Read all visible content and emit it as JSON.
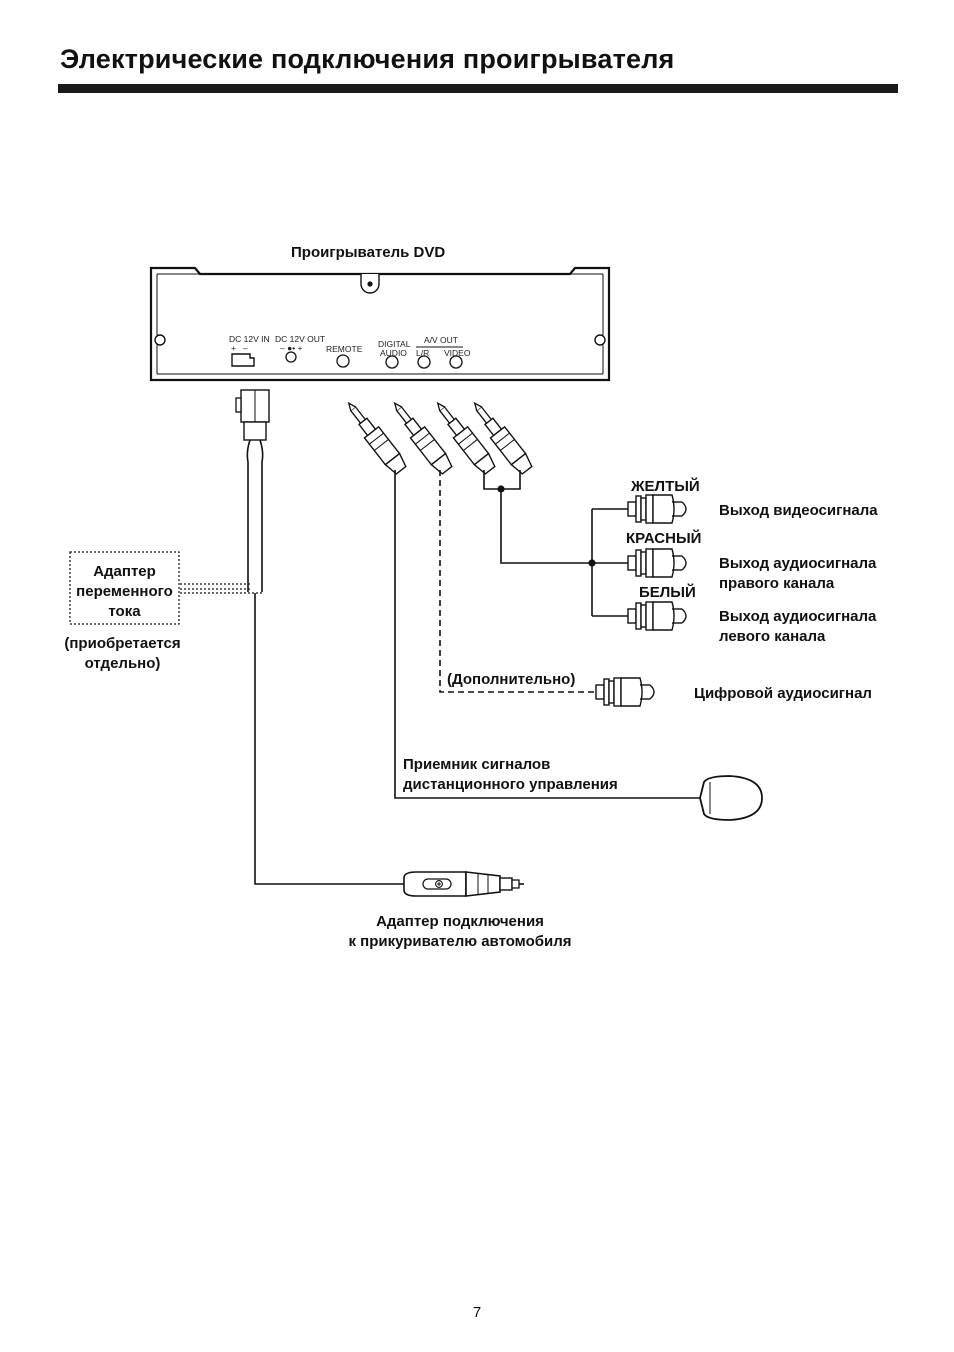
{
  "header": {
    "title": "Электрические подключения проигрывателя"
  },
  "player": {
    "name": "Проигрыватель DVD",
    "ports": {
      "dc_in": "DC 12V IN",
      "dc_out": "DC 12V OUT",
      "remote": "REMOTE",
      "digital_audio_1": "DIGITAL",
      "digital_audio_2": "AUDIO",
      "av_out": "A/V OUT",
      "lr": "L/R",
      "video": "VIDEO"
    }
  },
  "colors": {
    "yellow": "ЖЕЛТЫЙ",
    "red": "КРАСНЫЙ",
    "white": "БЕЛЫЙ"
  },
  "outputs": {
    "video": "Выход видеосигнала",
    "audio_right_1": "Выход аудиосигнала",
    "audio_right_2": "правого канала",
    "audio_left_1": "Выход аудиосигнала",
    "audio_left_2": "левого канала",
    "optional": "(Дополнительно)",
    "digital": "Цифровой аудиосигнал"
  },
  "ac_adapter": {
    "line1": "Адаптер",
    "line2": "переменного",
    "line3": "тока",
    "note1": "(приобретается",
    "note2": "отдельно)"
  },
  "remote_receiver": {
    "line1": "Приемник сигналов",
    "line2": "дистанционного управления"
  },
  "car_adapter": {
    "line1": "Адаптер подключения",
    "line2": "к прикуривателю автомобиля"
  },
  "page_number": "7"
}
